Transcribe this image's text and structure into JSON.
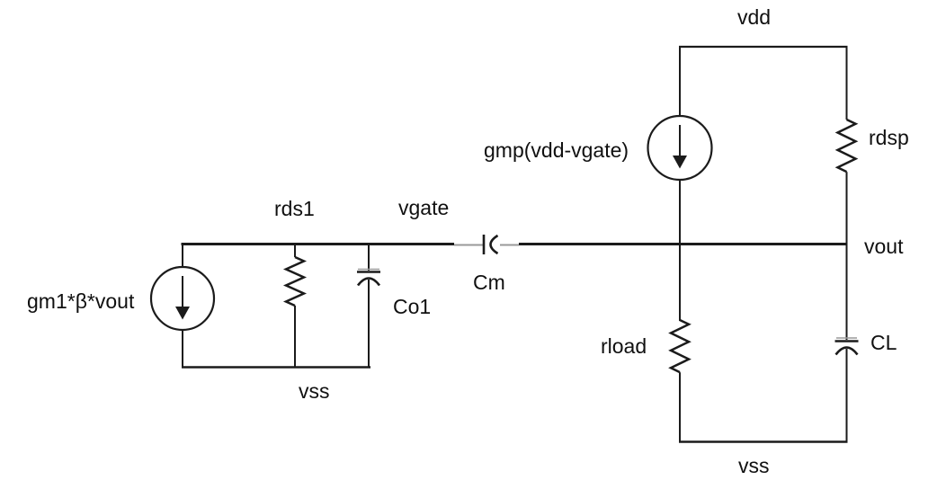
{
  "colors": {
    "background": "#ffffff",
    "wire": "#1b1b1b",
    "lead": "#999999",
    "text": "#101010"
  },
  "labels": {
    "gm1_source": "gm1*β*vout",
    "rds1": "rds1",
    "vgate": "vgate",
    "cm": "Cm",
    "co1": "Co1",
    "vss_left": "vss",
    "gmp_source": "gmp(vdd-vgate)",
    "vdd": "vdd",
    "rdsp": "rdsp",
    "vout": "vout",
    "rload": "rload",
    "cl": "CL",
    "vss_right": "vss"
  },
  "components": [
    {
      "id": "gm1",
      "type": "current-source",
      "label": "gm1*β*vout",
      "stage": "first"
    },
    {
      "id": "rds1",
      "type": "resistor",
      "label": "rds1",
      "stage": "first"
    },
    {
      "id": "co1",
      "type": "capacitor",
      "label": "Co1",
      "stage": "first"
    },
    {
      "id": "cm",
      "type": "capacitor",
      "label": "Cm",
      "stage": "coupling"
    },
    {
      "id": "gmp",
      "type": "current-source",
      "label": "gmp(vdd-vgate)",
      "stage": "second"
    },
    {
      "id": "rdsp",
      "type": "resistor",
      "label": "rdsp",
      "stage": "second"
    },
    {
      "id": "rload",
      "type": "resistor",
      "label": "rload",
      "stage": "second"
    },
    {
      "id": "cl",
      "type": "capacitor",
      "label": "CL",
      "stage": "second"
    }
  ],
  "nets": [
    "vdd",
    "vss",
    "vgate",
    "vout"
  ]
}
